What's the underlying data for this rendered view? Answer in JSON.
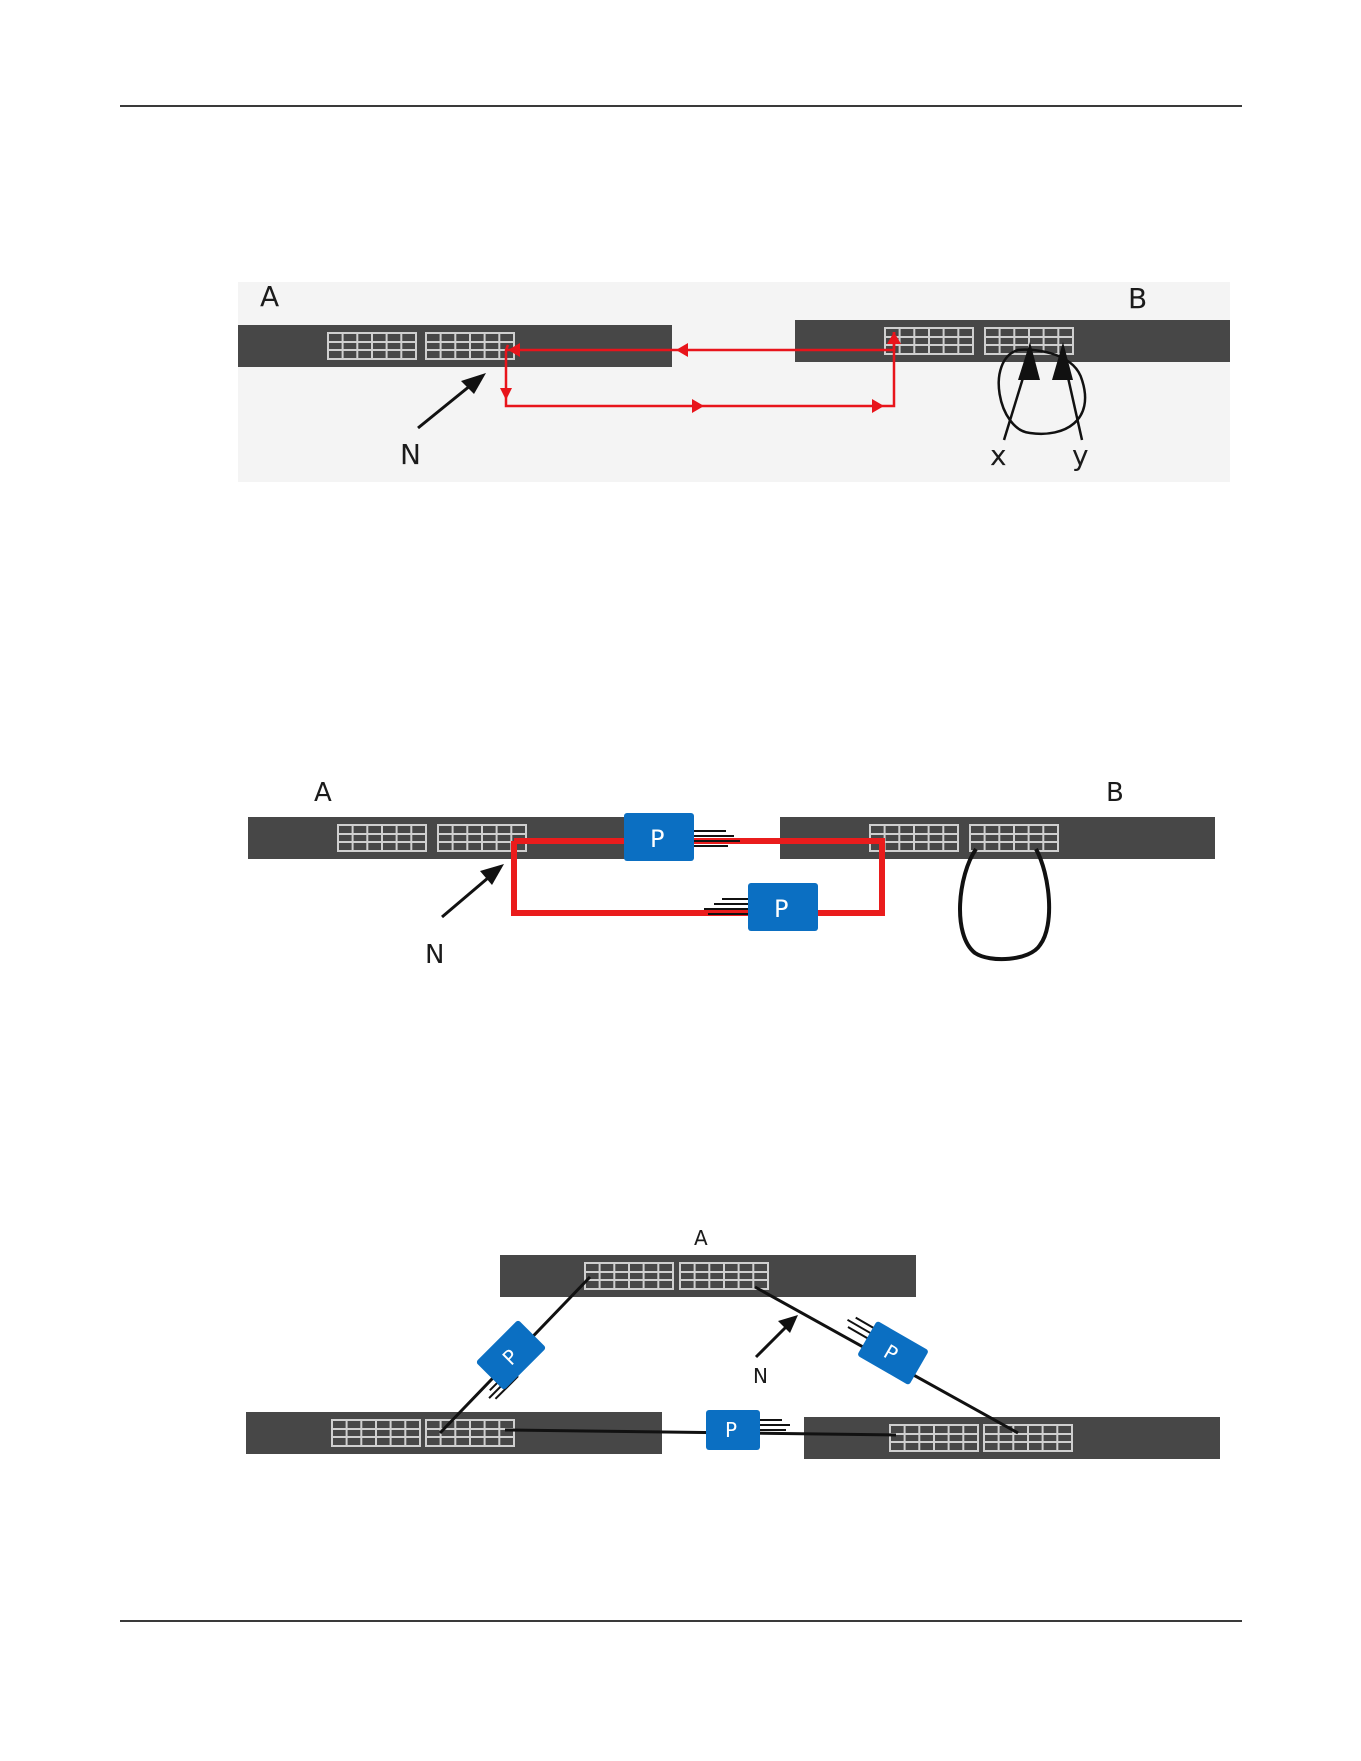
{
  "figure1": {
    "switch_a_label": "A",
    "switch_b_label": "B",
    "pointer_label": "N",
    "port_x_label": "x",
    "port_y_label": "y",
    "loop_color": "#e8141b"
  },
  "figure2": {
    "switch_a_label": "A",
    "switch_b_label": "B",
    "pointer_label": "N",
    "loop_color": "#ea1c1c",
    "protector_label": "P",
    "protector_color": "#0b6fc2"
  },
  "figure3": {
    "switch_a_label": "A",
    "pointer_label": "N",
    "protector_label": "P",
    "protector_color": "#0b6fc2",
    "switch_color": "#474747"
  }
}
